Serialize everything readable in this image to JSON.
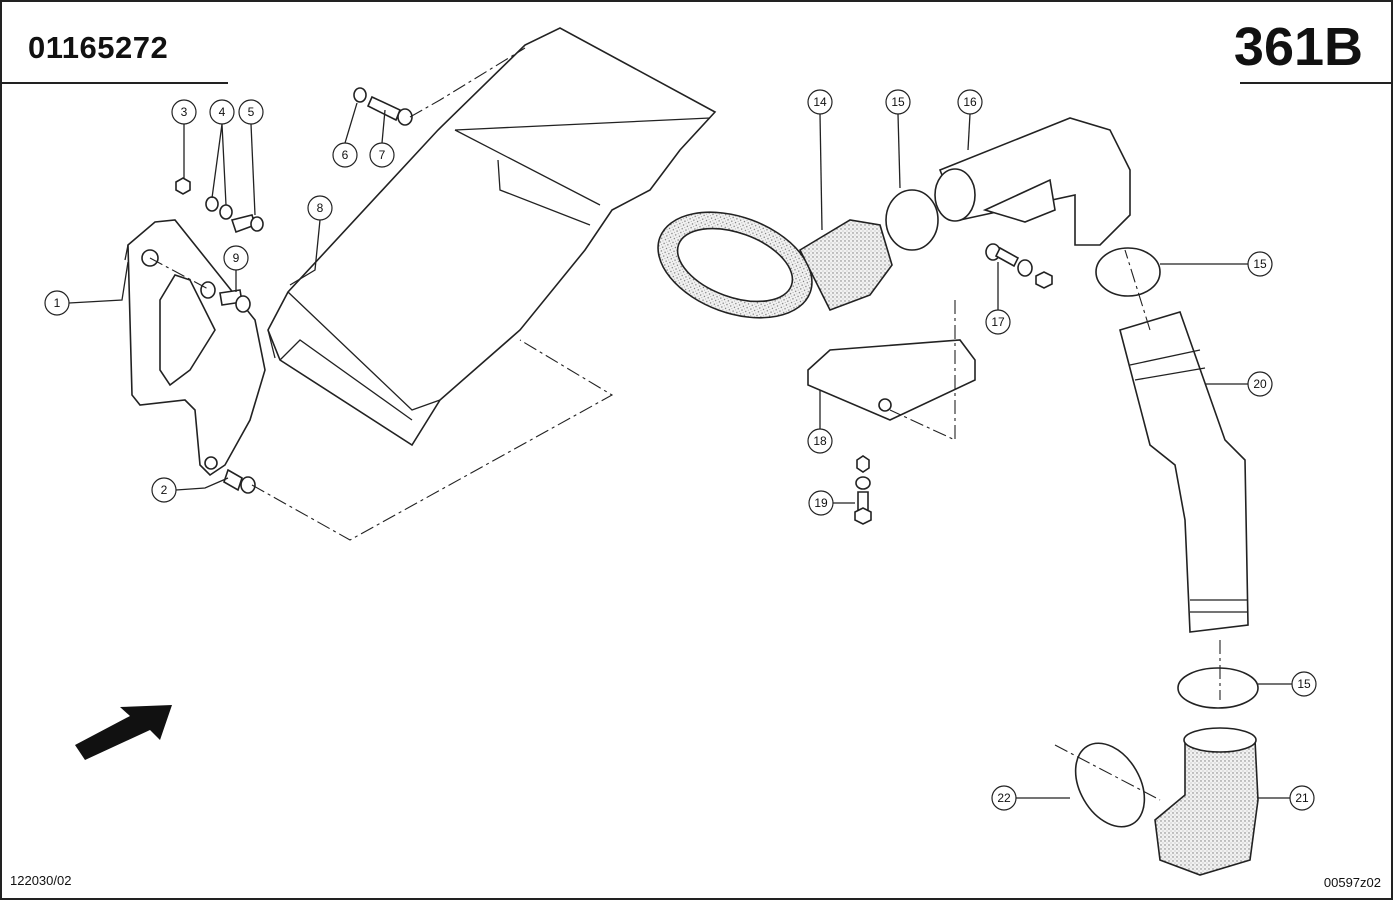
{
  "header": {
    "doc_number": "01165272",
    "page_code": "361B"
  },
  "footer": {
    "left_code": "122030/02",
    "right_code": "00597z02"
  },
  "callouts": [
    "1",
    "2",
    "3",
    "4",
    "5",
    "6",
    "7",
    "8",
    "9",
    "14",
    "15",
    "16",
    "15",
    "17",
    "18",
    "19",
    "20",
    "15",
    "21",
    "22"
  ]
}
